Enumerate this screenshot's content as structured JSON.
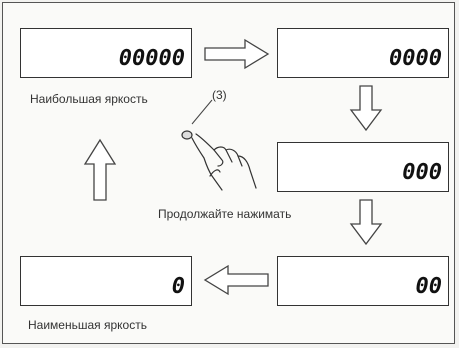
{
  "displays": [
    {
      "id": "d5",
      "digits": "00000"
    },
    {
      "id": "d4",
      "digits": "0000"
    },
    {
      "id": "d3",
      "digits": "000"
    },
    {
      "id": "d2",
      "digits": "00"
    },
    {
      "id": "d1",
      "digits": "0"
    }
  ],
  "labels": {
    "max_brightness": "Наибольшая яркость",
    "min_brightness": "Наименьшая яркость",
    "keep_pressing": "Продолжайте нажимать",
    "step_ref": "(3)"
  }
}
